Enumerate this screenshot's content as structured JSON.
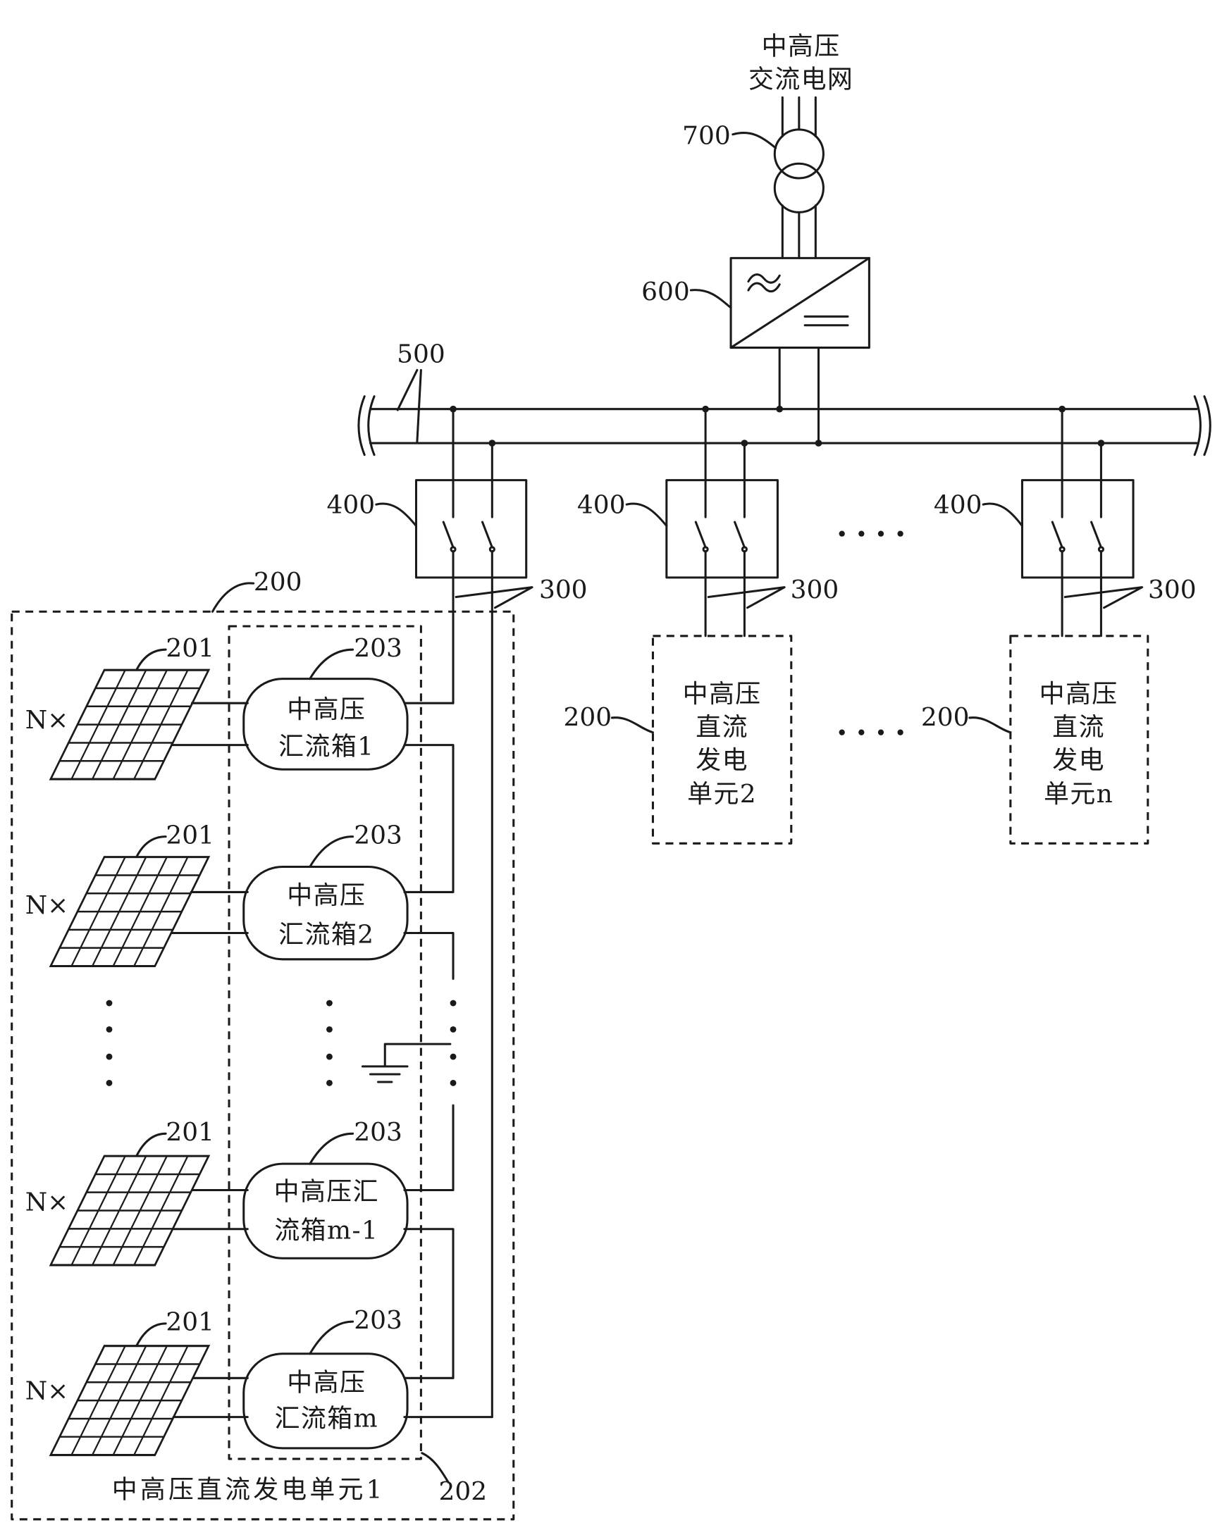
{
  "ac_grid": {
    "line1": "中高压",
    "line2": "交流电网"
  },
  "transformer": {
    "ref": "700"
  },
  "converter": {
    "ref": "600"
  },
  "dc_bus": {
    "ref": "500"
  },
  "branches": [
    {
      "switch_ref": "400",
      "cable_ref": "300"
    },
    {
      "switch_ref": "400",
      "cable_ref": "300"
    },
    {
      "switch_ref": "400",
      "cable_ref": "300"
    }
  ],
  "remote_units": [
    {
      "ref": "200",
      "lines": [
        "中高压",
        "直流",
        "发电",
        "单元2"
      ]
    },
    {
      "ref": "200",
      "lines": [
        "中高压",
        "直流",
        "发电",
        "单元n"
      ]
    }
  ],
  "unit1": {
    "ref": "200",
    "caption": "中高压直流发电单元1",
    "group_ref": "202",
    "strings": [
      {
        "panel_ref": "201",
        "multiplier": "N×",
        "combiner_ref": "203",
        "combiner_lines": [
          "中高压",
          "汇流箱1"
        ]
      },
      {
        "panel_ref": "201",
        "multiplier": "N×",
        "combiner_ref": "203",
        "combiner_lines": [
          "中高压",
          "汇流箱2"
        ]
      },
      {
        "panel_ref": "201",
        "multiplier": "N×",
        "combiner_ref": "203",
        "combiner_lines": [
          "中高压汇",
          "流箱m-1"
        ]
      },
      {
        "panel_ref": "201",
        "multiplier": "N×",
        "combiner_ref": "203",
        "combiner_lines": [
          "中高压",
          "汇流箱m"
        ]
      }
    ]
  },
  "colors": {
    "ink": "#1a1a1a",
    "background": "#ffffff"
  }
}
